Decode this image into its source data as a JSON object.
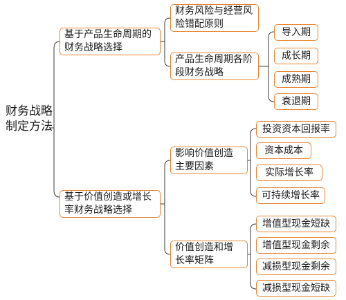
{
  "root": {
    "label": "财务战略\n制定方法"
  },
  "branches": [
    {
      "label": "基于产品生命周期的\n财务战略选择",
      "children": [
        {
          "label": "财务风险与经营风\n险错配原则",
          "children": []
        },
        {
          "label": "产品生命周期各阶\n段财务战略",
          "children": [
            "导入期",
            "成长期",
            "成熟期",
            "衰退期"
          ]
        }
      ]
    },
    {
      "label": "基于价值创造或增长\n率财务战略选择",
      "children": [
        {
          "label": "影响价值创造\n主要因素",
          "children": [
            "投资资本回报率",
            "资本成本",
            "实际增长率",
            "可持续增长率"
          ]
        },
        {
          "label": "价值创造和增\n长率矩阵",
          "children": [
            "增值型现金短缺",
            "增值型现金剩余",
            "减损型现金剩余",
            "减损型现金短缺"
          ]
        }
      ]
    }
  ]
}
